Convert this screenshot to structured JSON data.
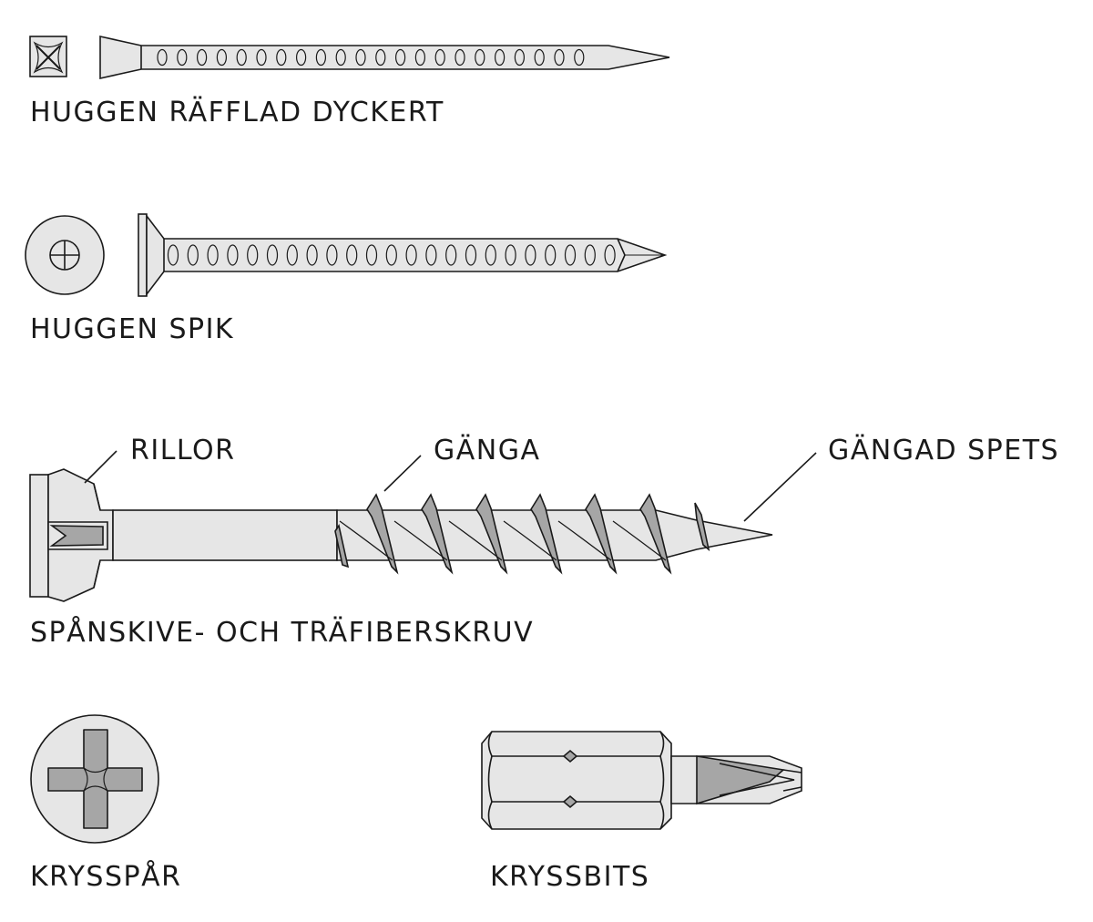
{
  "items": {
    "finish_nail": {
      "label": "HUGGEN RÄFFLAD DYCKERT"
    },
    "nail": {
      "label": "HUGGEN SPIK"
    },
    "screw": {
      "label": "SPÅNSKIVE- OCH TRÄFIBERSKRUV",
      "callouts": {
        "ribs": "RILLOR",
        "thread": "GÄNGA",
        "threaded_tip": "GÄNGAD SPETS"
      }
    },
    "cross_slot": {
      "label": "KRYSSPÅR"
    },
    "cross_bit": {
      "label": "KRYSSBITS"
    }
  },
  "colors": {
    "metal_light": "#e6e6e6",
    "metal_dark": "#a6a6a6",
    "outline": "#1a1a1a"
  },
  "icons": [
    "finish-nail-head-icon",
    "nail-head-icon",
    "cross-slot-icon",
    "cross-bit-icon"
  ]
}
